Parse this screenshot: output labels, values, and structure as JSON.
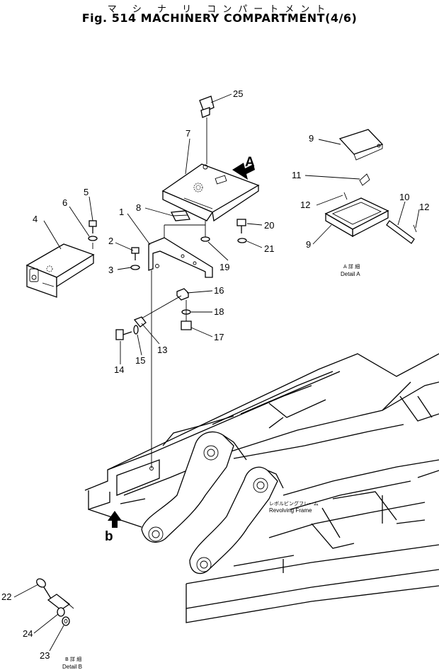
{
  "title_jp": "マ シ ナ リ コンパートメント",
  "title_en": "Fig. 514 MACHINERY COMPARTMENT(4/6)",
  "callouts": {
    "c1": "1",
    "c2": "2",
    "c3": "3",
    "c4": "4",
    "c5": "5",
    "c6": "6",
    "c7": "7",
    "c8": "8",
    "c9a": "9",
    "c9b": "9",
    "c10": "10",
    "c11": "11",
    "c12a": "12",
    "c12b": "12",
    "c13": "13",
    "c14": "14",
    "c15": "15",
    "c16": "16",
    "c17": "17",
    "c18": "18",
    "c19": "19",
    "c20": "20",
    "c21": "21",
    "c22": "22",
    "c23": "23",
    "c24": "24",
    "c25": "25"
  },
  "view_markers": {
    "a": "A",
    "b": "b"
  },
  "detail_a": {
    "jp": "A 詳 細",
    "en": "Detail A"
  },
  "detail_b": {
    "jp": "B 詳 細",
    "en": "Detail B"
  },
  "frame_label": {
    "jp": "レボルビングフレーム",
    "en": "Revolving Frame"
  }
}
